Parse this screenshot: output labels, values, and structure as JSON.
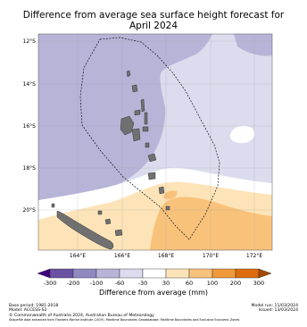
{
  "title_line1": "Difference from average sea surface height forecast for",
  "title_line2": "April 2024",
  "lat_labels": [
    "12°S",
    "14°S",
    "16°S",
    "18°S",
    "20°S"
  ],
  "lon_labels": [
    "164°E",
    "166°E",
    "168°E",
    "170°E",
    "172°E"
  ],
  "colorbar": {
    "ticks": [
      "-300",
      "-200",
      "-100",
      "-60",
      "-30",
      "30",
      "60",
      "100",
      "200",
      "300"
    ],
    "colors": [
      "#3f007d",
      "#6a51a3",
      "#8f89c0",
      "#b8b4d8",
      "#dcdcee",
      "#ffffff",
      "#fde4b8",
      "#f9c27b",
      "#f0993a",
      "#dd6b0f",
      "#a34a05"
    ],
    "label": "Difference from average (mm)"
  },
  "footer": {
    "base_period": "Base period: 1981-2018",
    "model": "Model: ACCESS-S2",
    "model_run": "Model run: 11/03/2024",
    "issued": "Issued: 13/03/2024",
    "copyright": "© Commonwealth of Australia 2024, Australian Bureau of Meteorology",
    "shapefile": "Shapefile data extracted from Flanders Marine Institute (2019). Maritime Boundaries Geodatabase: Maritime Boundaries and Exclusive Economic Zones"
  }
}
